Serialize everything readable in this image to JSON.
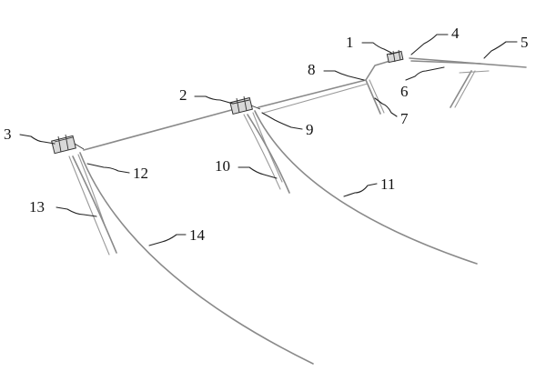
{
  "labels": {
    "l1": "1",
    "l2": "2",
    "l3": "3",
    "l4": "4",
    "l5": "5",
    "l6": "6",
    "l7": "7",
    "l8": "8",
    "l9": "9",
    "l10": "10",
    "l11": "11",
    "l12": "12",
    "l13": "13",
    "l14": "14"
  },
  "colors": {
    "wire": "#8a8a8a",
    "leader": "#222222",
    "text": "#111111"
  }
}
